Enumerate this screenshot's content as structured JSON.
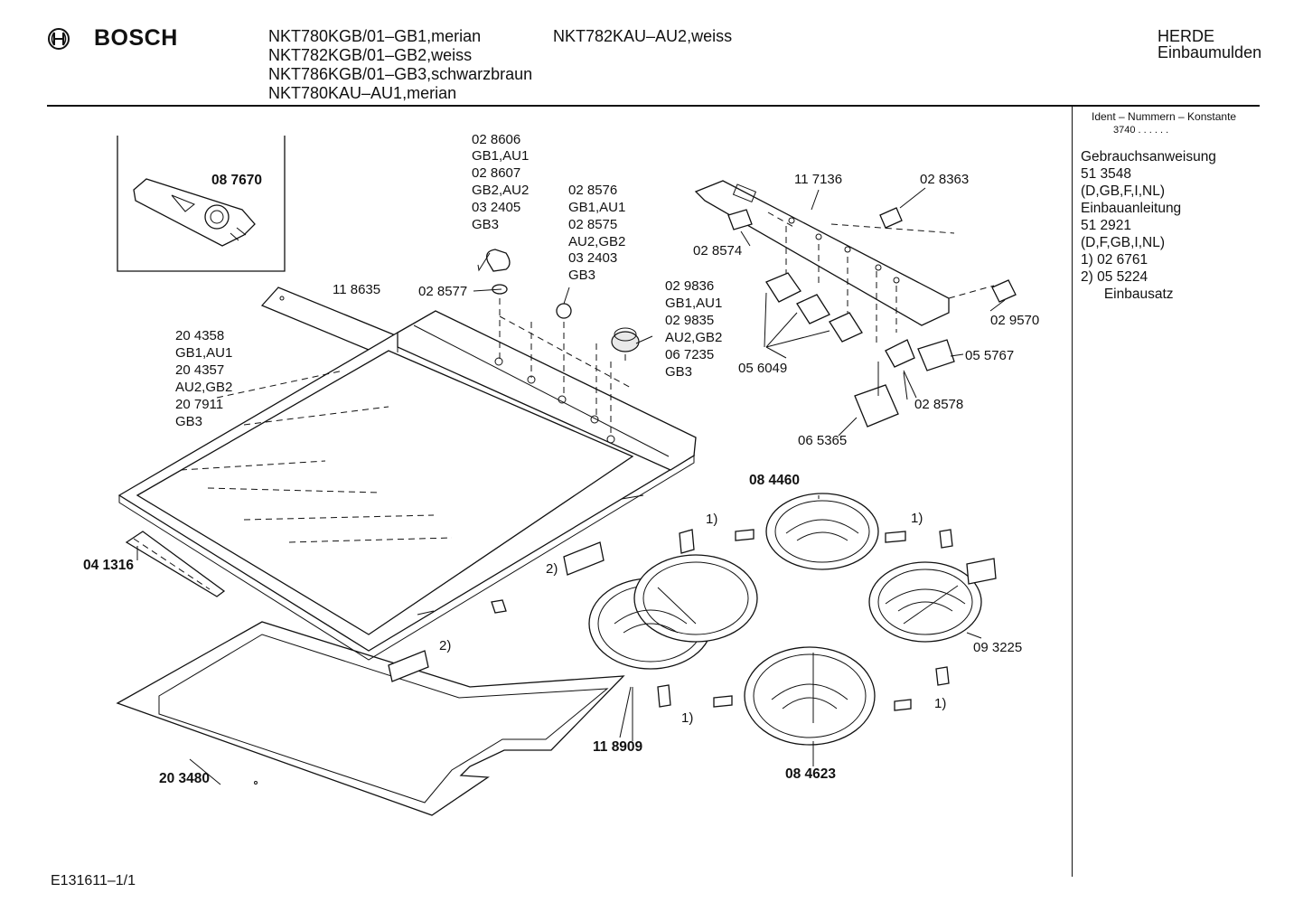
{
  "header": {
    "brand": "BOSCH",
    "models_col1": [
      "NKT780KGB/01–GB1,merian",
      "NKT782KGB/01–GB2,weiss",
      "NKT786KGB/01–GB3,schwarzbraun",
      "NKT780KAU–AU1,merian"
    ],
    "models_col2": [
      "NKT782KAU–AU2,weiss"
    ],
    "category_line1": "HERDE",
    "category_line2": "Einbaumulden"
  },
  "sidebar": {
    "ident_title": "Ident – Nummern – Konstante",
    "ident_value": "3740 . . . . . .",
    "lines": [
      "Gebrauchsanweisung",
      "51 3548",
      "(D,GB,F,I,NL)",
      "Einbauanleitung",
      "51 2921",
      "(D,F,GB,I,NL)",
      "1)  02 6761",
      "2)  05 5224",
      "      Einbausatz"
    ]
  },
  "callouts": {
    "c087670": "08 7670",
    "c118635": "11 8635",
    "knob_stack": [
      "02 8606",
      "GB1,AU1",
      "02 8607",
      "GB2,AU2",
      "03 2405",
      "GB3"
    ],
    "c028577": "02 8577",
    "lamp_stack": [
      "02 8576",
      "GB1,AU1",
      "02 8575",
      "AU2,GB2",
      "03 2403",
      "GB3"
    ],
    "cap_stack": [
      "02 9836",
      "GB1,AU1",
      "02 9835",
      "AU2,GB2",
      "06 7235",
      "GB3"
    ],
    "frame_stack": [
      "20 4358",
      "GB1,AU1",
      "20 4357",
      "AU2,GB2",
      "20 7911",
      "GB3"
    ],
    "c117136": "11 7136",
    "c028363": "02 8363",
    "c028574": "02 8574",
    "c029570": "02 9570",
    "c055767": "05 5767",
    "c056049": "05 6049",
    "c028578": "02 8578",
    "c065365": "06 5365",
    "c084460": "08 4460",
    "c041316": "04 1316",
    "c093225": "09 3225",
    "c118909": "11 8909",
    "c084623": "08 4623",
    "c203480": "20 3480",
    "ref1": "1)",
    "ref2": "2)"
  },
  "footer": {
    "drawing_id": "E131611–1/1"
  }
}
